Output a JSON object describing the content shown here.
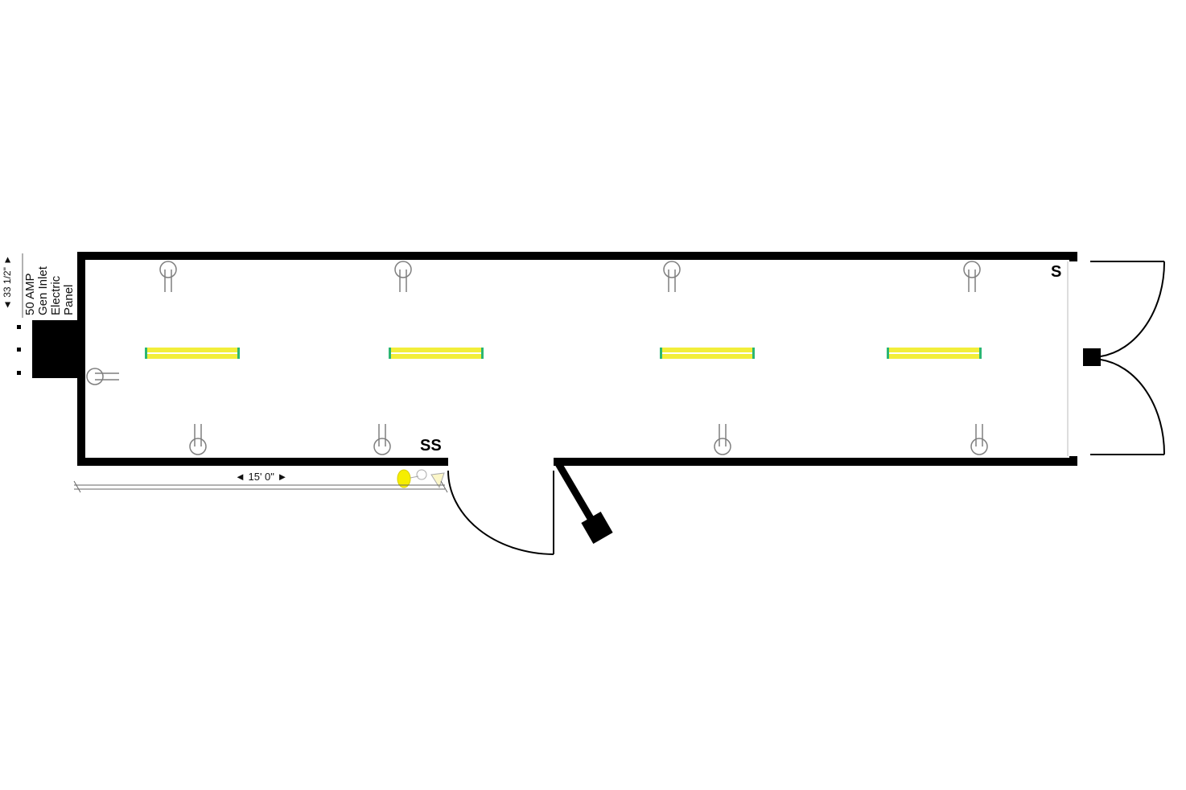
{
  "labels": {
    "width_dimension": "◄ 33 1/2\" ►",
    "panel_line1": "50 AMP",
    "panel_line2": "Gen Inlet",
    "panel_line3": "Electric",
    "panel_line4": "Panel",
    "length_dimension": "◄ 15' 0\" ►",
    "switch_right": "S",
    "switch_door": "SS"
  },
  "colors": {
    "wall": "#000000",
    "light": "#f2ee3a",
    "light_end": "#2bb673",
    "outlet": "#7f7f7f",
    "exterior_light": "#f6ee00"
  },
  "symbols": {
    "ceiling_light": "fluorescent-light-icon",
    "outlet": "duplex-outlet-icon",
    "panel": "electric-panel-icon",
    "exterior_light": "exterior-light-icon",
    "step": "entry-step-icon"
  }
}
